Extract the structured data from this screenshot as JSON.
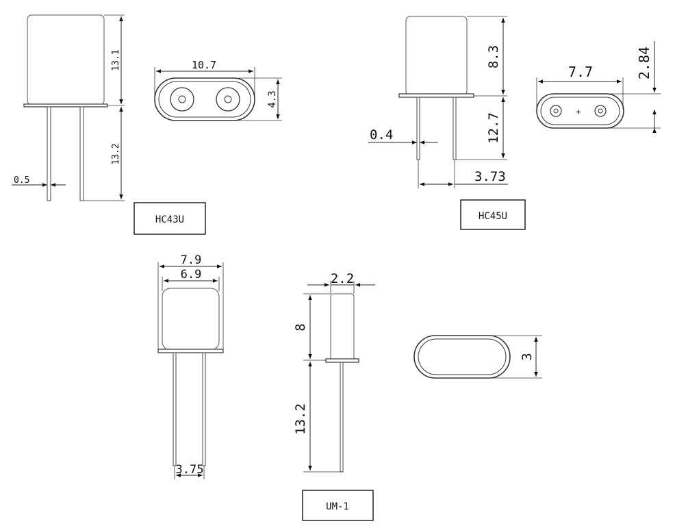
{
  "packages": {
    "hc43u": {
      "label": "HC43U",
      "dims": {
        "height": "13.1",
        "lead": "13.2",
        "lead_dia": "0.5",
        "width": "10.7",
        "depth": "4.3"
      }
    },
    "hc45u": {
      "label": "HC45U",
      "dims": {
        "height": "8.3",
        "lead": "12.7",
        "lead_dia": "0.4",
        "pitch": "3.73",
        "width": "7.7",
        "depth": "2.84",
        "mark": "+"
      }
    },
    "um1": {
      "label": "UM-1",
      "dims": {
        "outer_width": "7.9",
        "inner_width": "6.9",
        "pitch": "3.75",
        "thickness": "2.2",
        "height": "8",
        "lead": "13.2",
        "depth": "3"
      }
    }
  }
}
